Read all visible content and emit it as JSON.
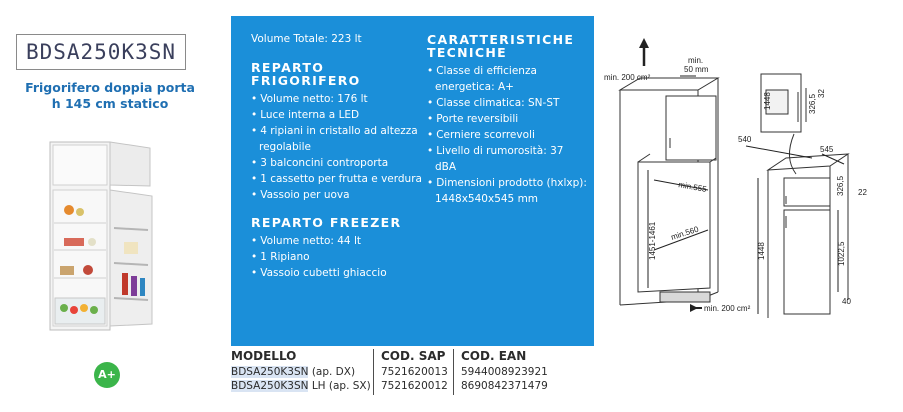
{
  "product": {
    "model_code": "BDSA250K3SN",
    "subtitle_line1": "Frigorifero doppia porta",
    "subtitle_line2": "h 145 cm statico",
    "energy_badge": "A+"
  },
  "volume_totale": "Volume Totale: 223 lt",
  "reparto_frigorifero": {
    "title_line1": "REPARTO",
    "title_line2": "FRIGORIFERO",
    "items": [
      "Volume netto: 176 lt",
      "Luce interna a LED",
      "4 ripiani in cristallo ad altezza regolabile",
      "3 balconcini controporta",
      "1 cassetto per frutta e verdura",
      "Vassoio per uova"
    ]
  },
  "reparto_freezer": {
    "title": "REPARTO FREEZER",
    "items": [
      "Volume netto: 44 lt",
      "1 Ripiano",
      "Vassoio cubetti ghiaccio"
    ]
  },
  "caratteristiche": {
    "title_line1": "CARATTERISTICHE",
    "title_line2": "TECNICHE",
    "items": [
      "Classe di efficienza energetica: A+",
      "Classe climatica: SN-ST",
      "Porte reversibili",
      "Cerniere scorrevoli",
      "Livello di rumorosità: 37 dBA",
      "Dimensioni prodotto (hxlxp): 1448x540x545 mm"
    ]
  },
  "table": {
    "headers": [
      "MODELLO",
      "COD. SAP",
      "COD. EAN"
    ],
    "rows": [
      {
        "model": "BDSA250K3SN",
        "variant": "(ap. DX)",
        "sap": "7521620013",
        "ean": "5944008923921"
      },
      {
        "model": "BDSA250K3SN",
        "variant": "LH (ap. SX)",
        "sap": "7521620012",
        "ean": "8690842371479"
      }
    ]
  },
  "drawing": {
    "min_200_top": "min. 200 cm²",
    "min_50": "min.",
    "min_50b": "50 mm",
    "min_555": "min.555",
    "min_560": "min.560",
    "h_1451": "1451-1461",
    "min_200_bottom": "min. 200 cm²",
    "d_1448_small": "1448",
    "d_3265_small": "326,5",
    "d_32": "32",
    "d_540": "540",
    "d_545": "545",
    "d_3265": "326,5",
    "d_22": "22",
    "d_1448": "1448",
    "d_10225": "1022,5",
    "d_40": "40"
  },
  "colors": {
    "panel_blue": "#1b8fd9",
    "subtitle_blue": "#1f6fb2",
    "badge_green": "#3bb54a",
    "row_highlight": "#d9e4f3"
  }
}
